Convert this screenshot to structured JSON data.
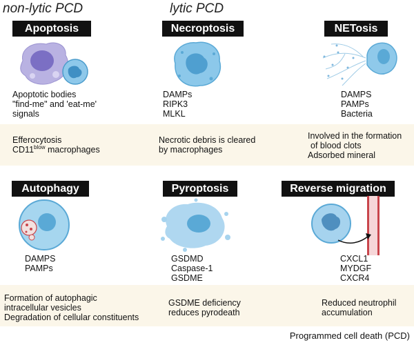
{
  "headers": {
    "non_lytic": "non-lytic PCD",
    "lytic": "lytic PCD"
  },
  "panels": {
    "apoptosis": {
      "title": "Apoptosis",
      "markers": [
        "Apoptotic bodies",
        "\"find-me\" and 'eat-me'",
        "signals"
      ],
      "outcome_line1_main": "Efferocytosis",
      "outcome_line2_main": "CD11",
      "outcome_line2_sup": "blow",
      "outcome_line2_rest": " macrophages"
    },
    "necroptosis": {
      "title": "Necroptosis",
      "markers": [
        "DAMPs",
        "RIPK3",
        "MLKL"
      ],
      "outcome": [
        "Necrotic debris is cleared",
        "by macrophages"
      ]
    },
    "netosis": {
      "title": "NETosis",
      "markers": [
        "DAMPS",
        "PAMPs",
        "Bacteria"
      ],
      "outcome": [
        "Involved in the formation",
        "of blood clots",
        "Adsorbed mineral"
      ]
    },
    "autophagy": {
      "title": "Autophagy",
      "markers": [
        "DAMPS",
        "PAMPs"
      ],
      "outcome": [
        "Formation of autophagic",
        "intracellular vesicles",
        "Degradation of cellular constituents"
      ]
    },
    "pyroptosis": {
      "title": "Pyroptosis",
      "markers": [
        "GSDMD",
        "Caspase-1",
        "GSDME"
      ],
      "outcome": [
        "GSDME deficiency",
        "reduces pyrodeath"
      ]
    },
    "reverse_migration": {
      "title": "Reverse migration",
      "markers": [
        "CXCL1",
        "MYDGF",
        "CXCR4"
      ],
      "outcome": [
        "Reduced neutrophil",
        "accumulation"
      ]
    }
  },
  "footer": "Programmed cell death (PCD)",
  "colors": {
    "band": "#fbf6e9",
    "title_bg": "#111111",
    "cell_blue": "#7fc0e6",
    "cell_dark": "#3f8fc4",
    "apoptosis_purple": "#b5aee0",
    "vessel_red": "#c9454c"
  }
}
